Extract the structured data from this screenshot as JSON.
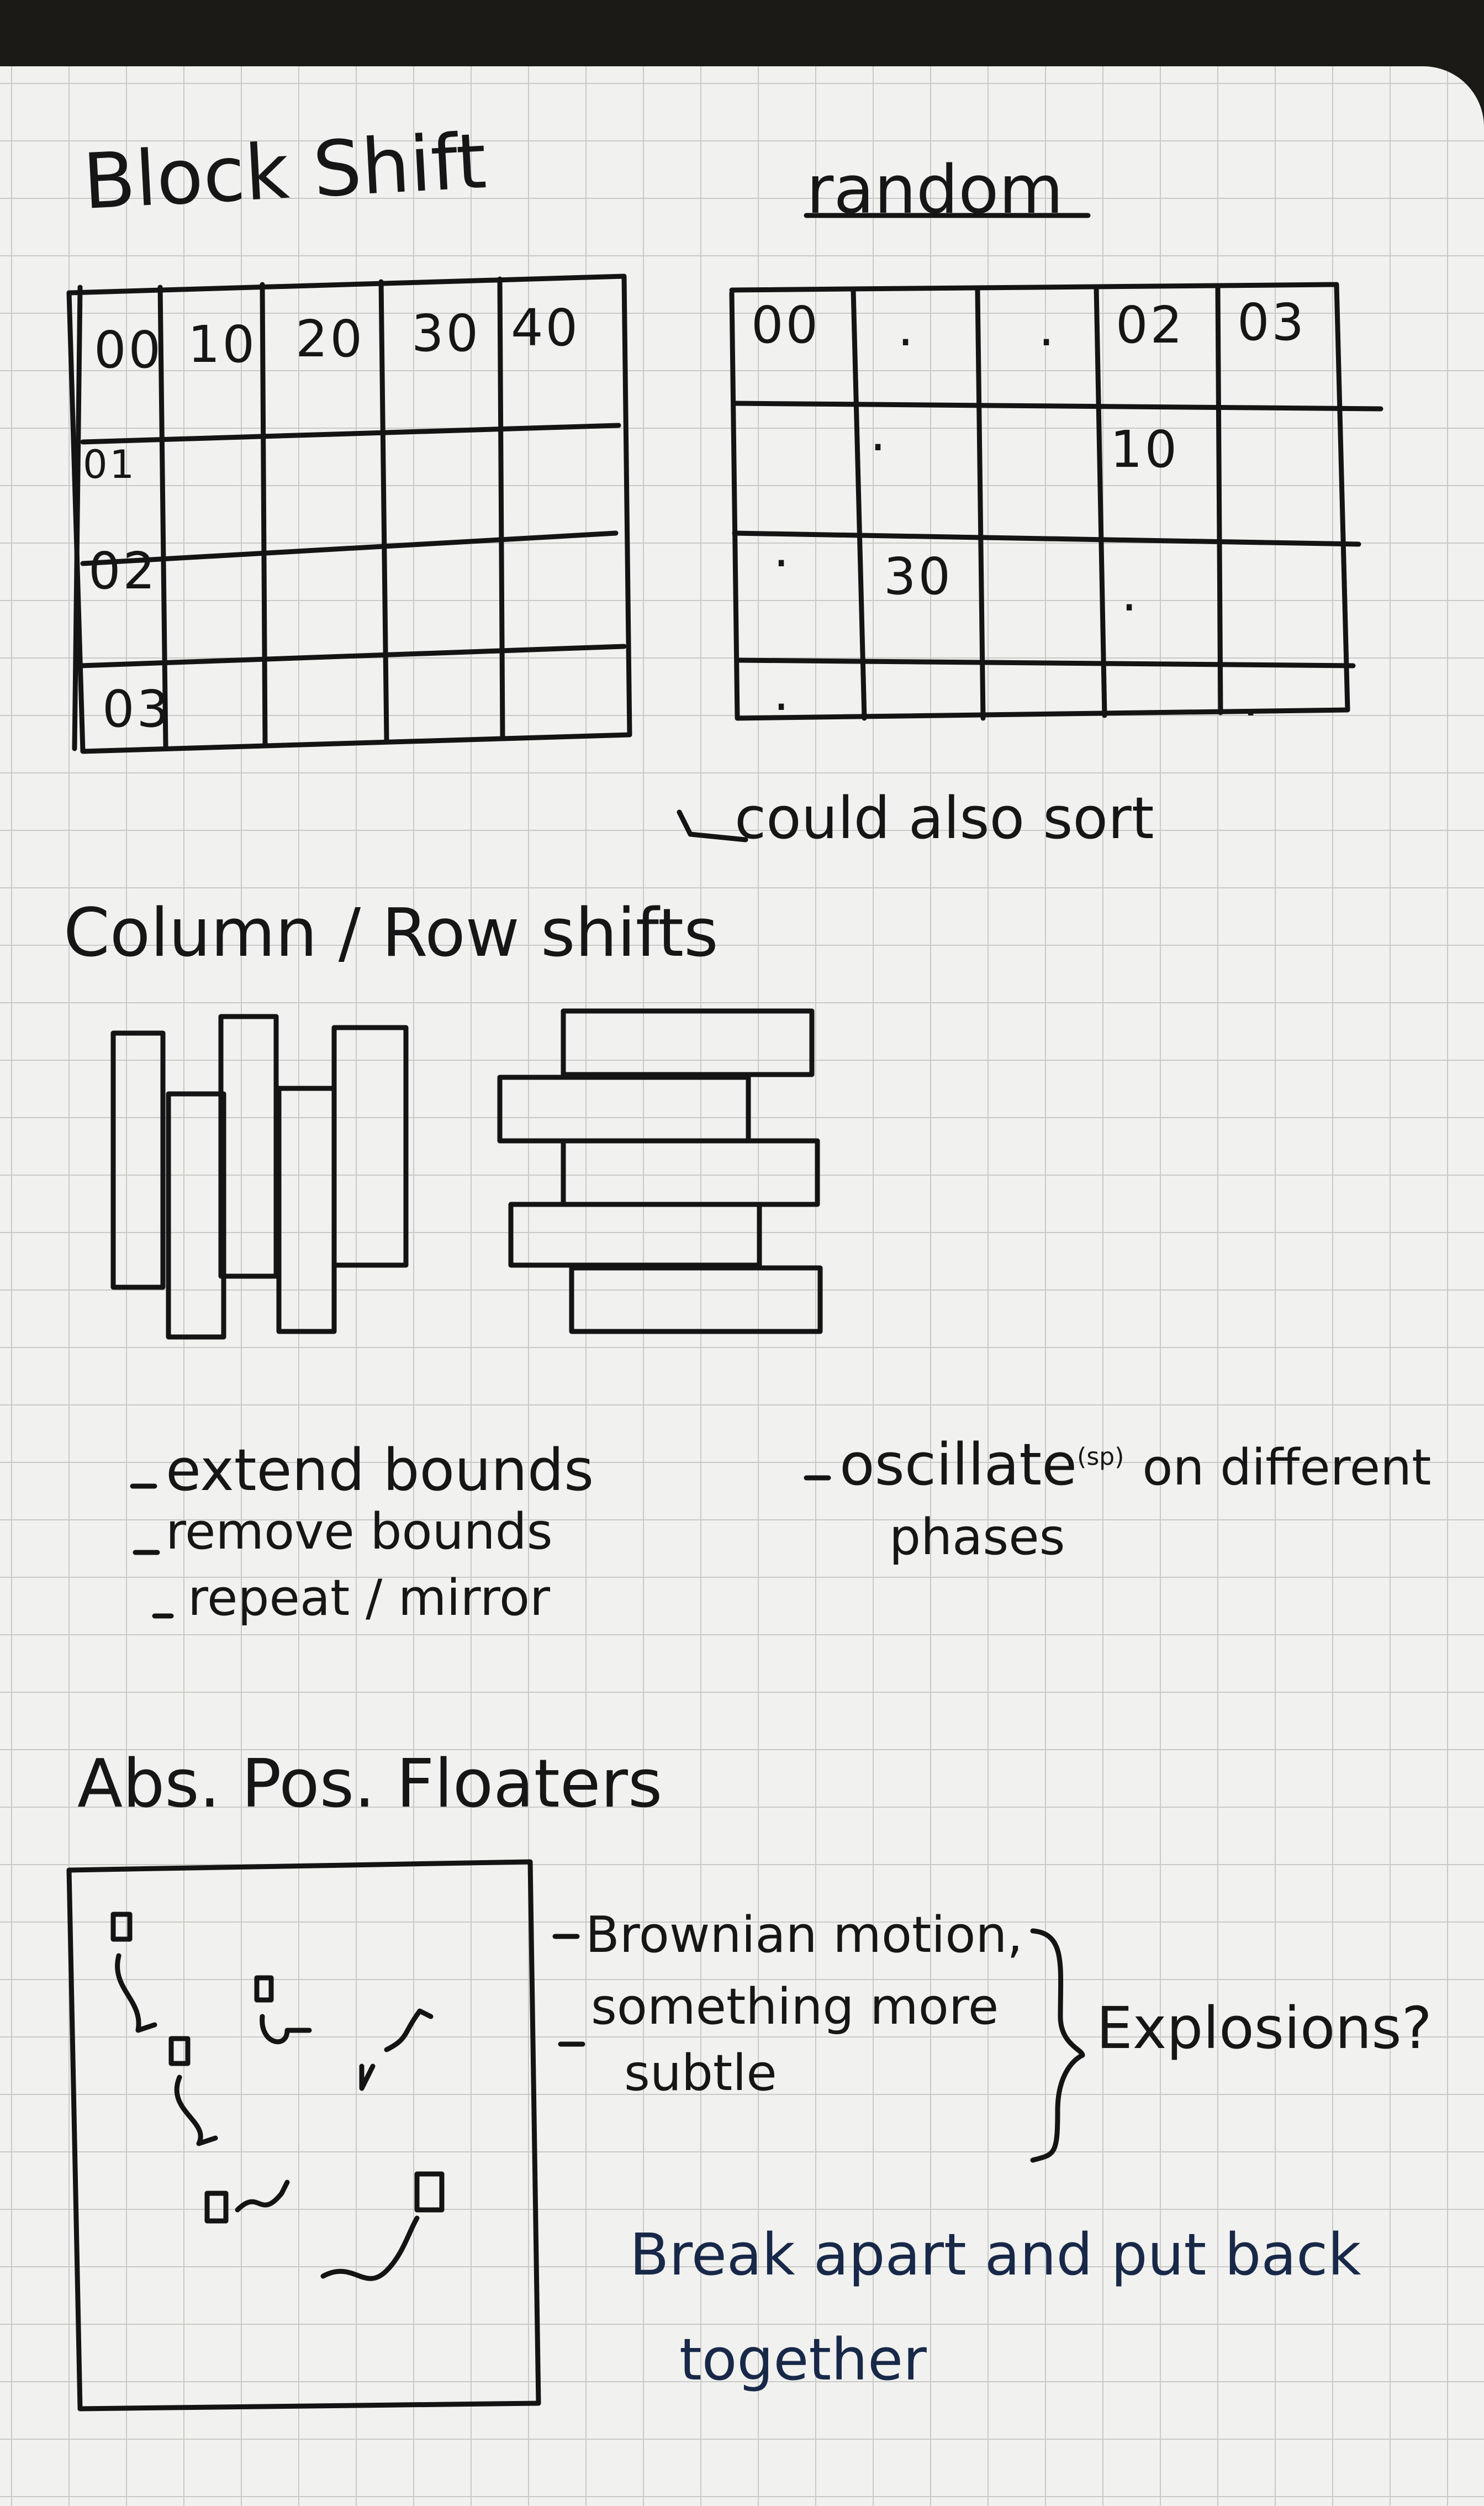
{
  "block_shift": {
    "title": "Block Shift",
    "left_grid": {
      "row0": [
        "00",
        "10",
        "20",
        "30",
        "40"
      ],
      "col0": [
        "01",
        "02",
        "03"
      ]
    },
    "random_heading": "random",
    "random_grid": {
      "labels": [
        "00",
        ".",
        ".",
        "02",
        "03",
        "10",
        "30",
        ".",
        ".",
        ".",
        ".",
        "."
      ]
    },
    "sort_note": "could also sort"
  },
  "column_row": {
    "title": "Column / Row shifts",
    "notes_left": [
      "extend bounds",
      "remove bounds",
      "repeat / mirror"
    ],
    "note_right": "oscillate",
    "note_right_sup": "(sp)",
    "note_right_tail": "on different",
    "note_right_line2": "phases"
  },
  "floaters": {
    "title": "Abs. Pos. Floaters",
    "notes": [
      "Brownian motion,",
      "something more",
      "subtle"
    ],
    "brace_label": "Explosions?",
    "blue_note_line1": "Break apart and put back",
    "blue_note_line2": "together"
  },
  "colors": {
    "ink": "#161616",
    "blue_ink": "#182848",
    "paper": "#f1f1ef",
    "grid": "#c9c9c6"
  }
}
